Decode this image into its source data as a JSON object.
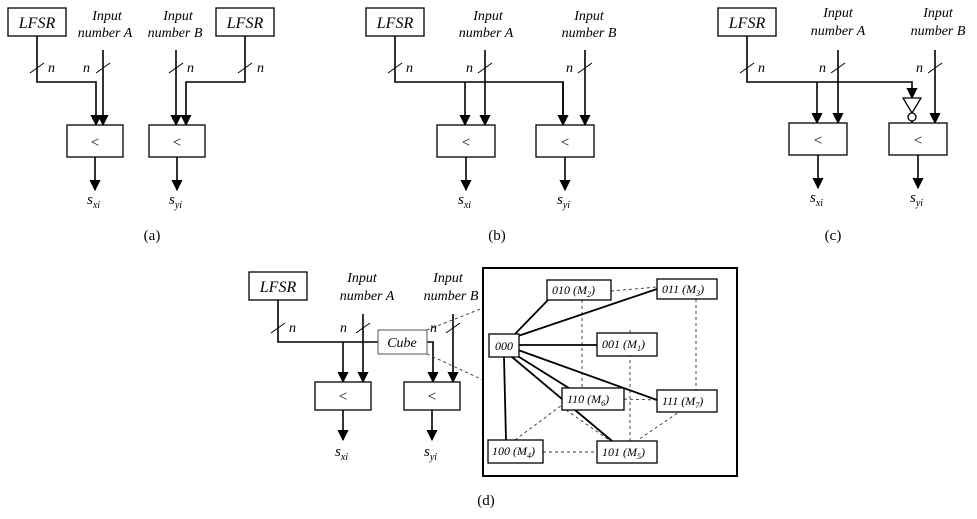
{
  "labels": {
    "lfsr": "LFSR",
    "input_a_line1": "Input",
    "input_a_line2": "number A",
    "input_b_line1": "Input",
    "input_b_line2": "number B",
    "bus_width": "n",
    "comparator": "<",
    "output_x_base": "s",
    "output_x_sub": "xi",
    "output_y_base": "s",
    "output_y_sub": "yi",
    "cube": "Cube"
  },
  "captions": {
    "a": "(a)",
    "b": "(b)",
    "c": "(c)",
    "d": "(d)"
  },
  "cube_nodes": {
    "n000": "000",
    "n010": "010 (M",
    "n010_sub": "2",
    "n011": "011 (M",
    "n011_sub": "3",
    "n001": "001 (M",
    "n001_sub": "1",
    "n110": "110 (M",
    "n110_sub": "6",
    "n111": "111 (M",
    "n111_sub": "7",
    "n100": "100 (M",
    "n100_sub": "4",
    "n101": "101 (M",
    "n101_sub": "5",
    "close": ")"
  }
}
